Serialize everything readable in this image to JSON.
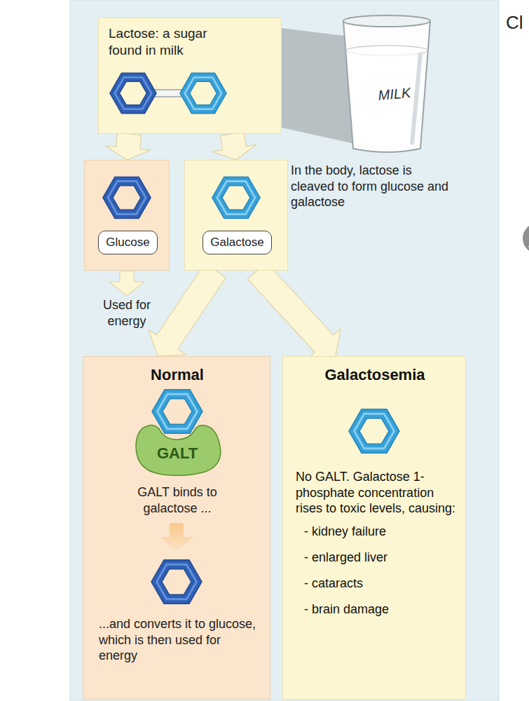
{
  "diagram": {
    "nodes": [
      {
        "text": [
          "Lactose: a sugar found in milk"
        ]
      },
      {
        "text": []
      },
      {
        "text": [
          "Glucose"
        ],
        "in": 1
      },
      {
        "text": []
      },
      {
        "text": [
          "Galactose"
        ],
        "in": 3
      },
      {
        "text": [
          "Normal",
          "GALT binds to galactose ...",
          "...and converts it to glucose, which is then used for energy"
        ]
      },
      {
        "text": [
          "GALT"
        ],
        "in": 5
      },
      {
        "text": [
          "Galactosemia",
          "No GALT. Galactose 1-phosphate concentration rises to toxic levels, causing:",
          "- kidney failure",
          "- enlarged liver",
          "- cataracts",
          "- brain damage"
        ]
      }
    ],
    "edges": [
      {
        "from": 0,
        "to": 1,
        "arrow": "to"
      },
      {
        "from": 0,
        "to": 3,
        "arrow": "to"
      },
      {
        "from": 3,
        "to": 5,
        "arrow": "to"
      },
      {
        "from": 3,
        "to": 7,
        "arrow": "to"
      }
    ],
    "labels": [
      "MILK",
      "In the body, lactose is cleaved to form glucose and galactose",
      "Used for energy",
      "Cl"
    ]
  }
}
